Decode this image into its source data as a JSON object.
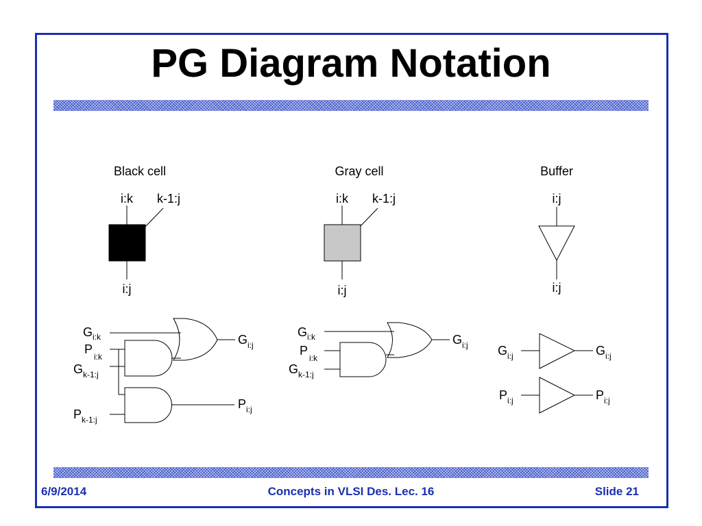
{
  "slide": {
    "title": "PG Diagram Notation",
    "footer": {
      "date": "6/9/2014",
      "course": "Concepts in VLSI Des. Lec. 16",
      "slide_number": "Slide 21"
    }
  },
  "black_cell": {
    "heading": "Black cell",
    "in_left": "i:k",
    "in_right": "k-1:j",
    "out": "i:j",
    "fill": "#000000"
  },
  "gray_cell": {
    "heading": "Gray cell",
    "in_left": "i:k",
    "in_right": "k-1:j",
    "out": "i:j",
    "fill": "#c8c8c8"
  },
  "buffer": {
    "heading": "Buffer",
    "in": "i:j",
    "out": "i:j"
  },
  "black_logic": {
    "g_ik": {
      "main": "G",
      "sub": "i:k"
    },
    "p_ik": {
      "main": "P",
      "sub": "i:k"
    },
    "g_k1j": {
      "main": "G",
      "sub": "k-1:j"
    },
    "p_k1j": {
      "main": "P",
      "sub": "k-1:j"
    },
    "g_ij": {
      "main": "G",
      "sub": "i:j"
    },
    "p_ij": {
      "main": "P",
      "sub": "i:j"
    }
  },
  "gray_logic": {
    "g_ik": {
      "main": "G",
      "sub": "i:k"
    },
    "p_ik": {
      "main": "P",
      "sub": "i:k"
    },
    "g_k1j": {
      "main": "G",
      "sub": "k-1:j"
    },
    "g_ij": {
      "main": "G",
      "sub": "i:j"
    }
  },
  "buffer_logic": {
    "g_in": {
      "main": "G",
      "sub": "i:j"
    },
    "g_out": {
      "main": "G",
      "sub": "i:j"
    },
    "p_in": {
      "main": "P",
      "sub": "i:j"
    },
    "p_out": {
      "main": "P",
      "sub": "i:j"
    }
  }
}
